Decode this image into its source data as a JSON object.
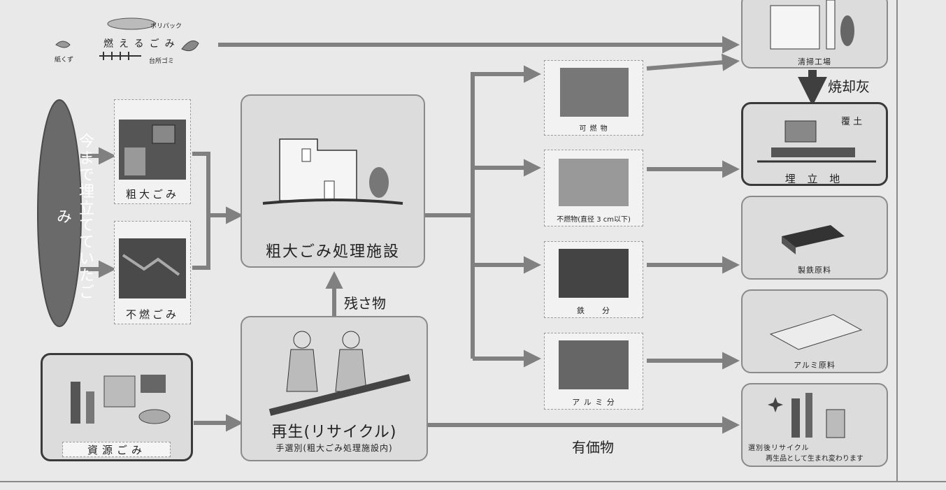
{
  "colors": {
    "arrow": "#808080",
    "arrow_dark": "#3f3f3f",
    "box_fill": "#dcdcdc",
    "oval_fill": "#6a6a6a"
  },
  "sources": {
    "burnable": {
      "title": "燃えるごみ",
      "items": [
        "ポリパック",
        "紙くず",
        "台所ゴミ"
      ]
    },
    "oval_label": "今まで埋立てていたごみ",
    "bulky_label": "粗大ごみ",
    "nonburnable_label": "不燃ごみ",
    "resource_label": "資源ごみ"
  },
  "facility": {
    "main_label": "粗大ごみ処理施設",
    "recycle_title": "再生(リサイクル)",
    "recycle_sub": "手選別(粗大ごみ処理施設内)",
    "residue_label": "残さ物",
    "valuable_label": "有価物"
  },
  "outputs": {
    "combustible": "可 燃 物",
    "incombustible": "不燃物(直径 3 cm以下)",
    "iron": "鉄　　分",
    "aluminum": "ア ル ミ 分"
  },
  "destinations": {
    "cleaning_plant": "清掃工場",
    "incineration_ash": "焼却灰",
    "cover_soil": "覆 土",
    "landfill": "埋 立 地",
    "iron_material": "製鉄原料",
    "aluminum_material": "アルミ原料",
    "recycled_line1": "選別後リサイクル",
    "recycled_line2": "再生品として生まれ変わります"
  }
}
